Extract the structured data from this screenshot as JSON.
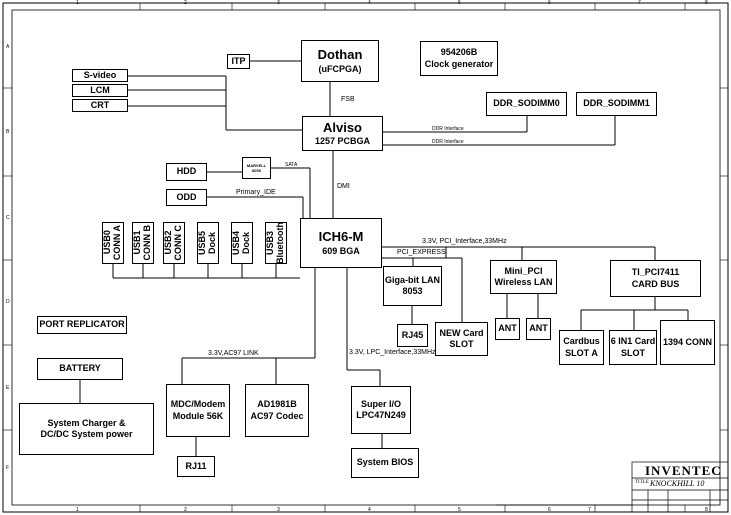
{
  "cpu": {
    "name": "Dothan",
    "package": "(uFCPGA)"
  },
  "itp": "ITP",
  "clock": {
    "part": "954206B",
    "name": "Clock generator"
  },
  "video_outputs": [
    "S-video",
    "LCM",
    "CRT"
  ],
  "bus_labels": {
    "fsb": "FSB",
    "ddr1": "DDR Interface",
    "ddr2": "DDR Interface",
    "sata": "SATA",
    "dmi": "DMI",
    "ide": "Primary_IDE",
    "pci": "3.3V, PCI_Interface,33MHz",
    "pcie": "PCI_EXPRESS",
    "ac97": "3.3V,AC97 LINK",
    "lpc": "3.3V, LPC_Interface,33MHz"
  },
  "memory": [
    "DDR_SODIMM0",
    "DDR_SODIMM1"
  ],
  "northbridge": {
    "name": "Alviso",
    "package": "1257 PCBGA"
  },
  "storage": {
    "hdd": "HDD",
    "odd": "ODD"
  },
  "marvell": {
    "line1": "MARVELL",
    "line2": "8050"
  },
  "southbridge": {
    "name": "ICH6-M",
    "package": "609 BGA"
  },
  "usb_ports": [
    {
      "l1": "USB0",
      "l2": "CONN A"
    },
    {
      "l1": "USB1",
      "l2": "CONN B"
    },
    {
      "l1": "USB2",
      "l2": "CONN C"
    },
    {
      "l1": "USB5",
      "l2": "Dock"
    },
    {
      "l1": "USB4",
      "l2": "Dock"
    },
    {
      "l1": "USB3",
      "l2": "Bluetooth"
    }
  ],
  "lan": {
    "name": "Giga-bit LAN",
    "part": "8053"
  },
  "rj45": "RJ45",
  "newcard": {
    "l1": "NEW Card",
    "l2": "SLOT"
  },
  "minipci": {
    "l1": "Mini_PCI",
    "l2": "Wireless LAN"
  },
  "ant": [
    "ANT",
    "ANT"
  ],
  "cardbus": {
    "l1": "TI_PCI7411",
    "l2": "CARD BUS"
  },
  "cardbus_slot": {
    "l1": "Cardbus",
    "l2": "SLOT A"
  },
  "in1": {
    "l1": "6 IN1 Card",
    "l2": "SLOT"
  },
  "conn1394": "1394 CONN",
  "port_replicator": "PORT REPLICATOR",
  "battery": "BATTERY",
  "charger": {
    "l1": "System Charger &",
    "l2": "DC/DC System power"
  },
  "modem": {
    "l1": "MDC/Modem",
    "l2": "Module 56K"
  },
  "codec": {
    "l1": "AD1981B",
    "l2": "AC97 Codec"
  },
  "rj11": "RJ11",
  "superio": {
    "l1": "Super I/O",
    "l2": "LPC47N249"
  },
  "bios": "System BIOS",
  "title_block": {
    "company": "INVENTEC",
    "title_label": "TITLE",
    "project": "KNOCKHILL 10"
  },
  "border": {
    "top": [
      "1",
      "2",
      "3",
      "4",
      "5",
      "6",
      "7",
      "8"
    ],
    "bottom": [
      "1",
      "2",
      "3",
      "4",
      "5",
      "6",
      "7",
      "8"
    ],
    "side": [
      "A",
      "B",
      "C",
      "D",
      "E",
      "F"
    ]
  }
}
